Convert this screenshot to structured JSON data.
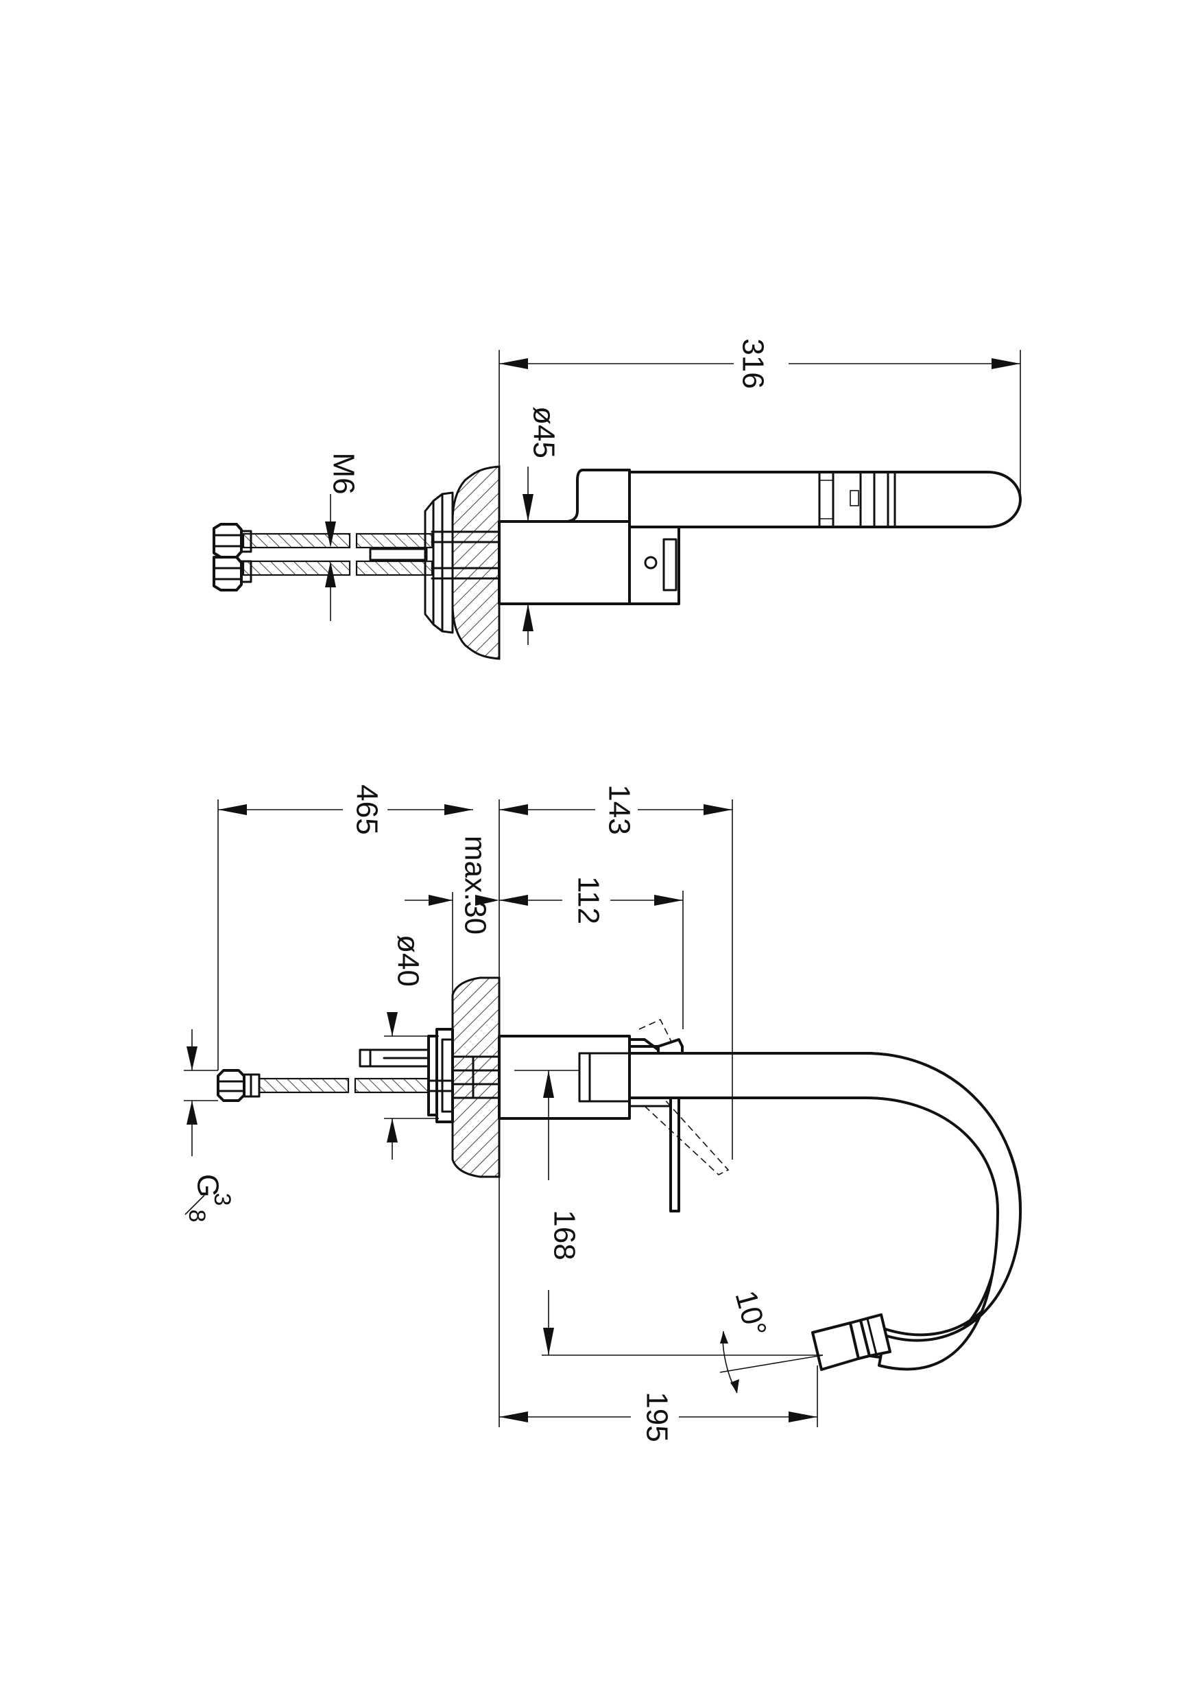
{
  "drawing": {
    "top_view": {
      "overall_length": "316",
      "body_diameter": "ø45",
      "hose_thread": "M6"
    },
    "side_view": {
      "hose_length": "465",
      "projection": "143",
      "lever_offset": "112",
      "max_deck_thickness": "max.30",
      "base_diameter": "ø40",
      "spout_height": "168",
      "spout_reach": "195",
      "spout_angle": "10°",
      "connection_thread": "G",
      "connection_fraction_num": "3",
      "connection_fraction_den": "8"
    }
  }
}
